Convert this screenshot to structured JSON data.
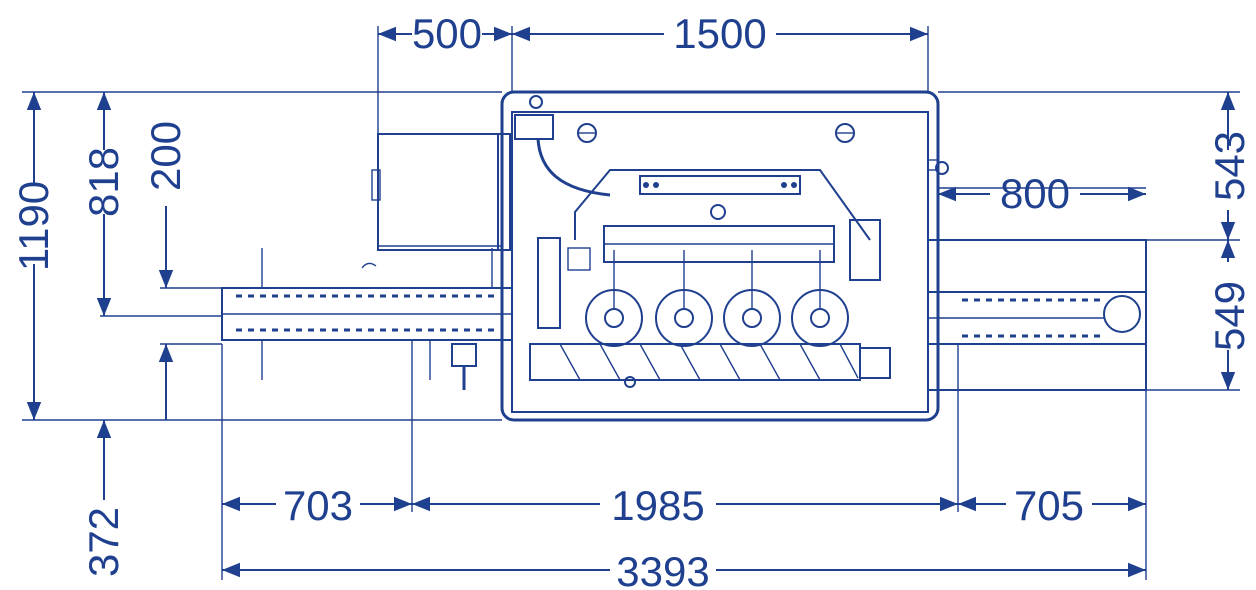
{
  "dimensions": {
    "top_500": "500",
    "top_1500": "1500",
    "left_1190": "1190",
    "left_818": "818",
    "left_200": "200",
    "left_372": "372",
    "right_543": "543",
    "right_549": "549",
    "right_800": "800",
    "bottom_703": "703",
    "bottom_1985": "1985",
    "bottom_705": "705",
    "bottom_3393": "3393"
  },
  "colors": {
    "line": "#1f3f8f",
    "background": "#ffffff"
  }
}
